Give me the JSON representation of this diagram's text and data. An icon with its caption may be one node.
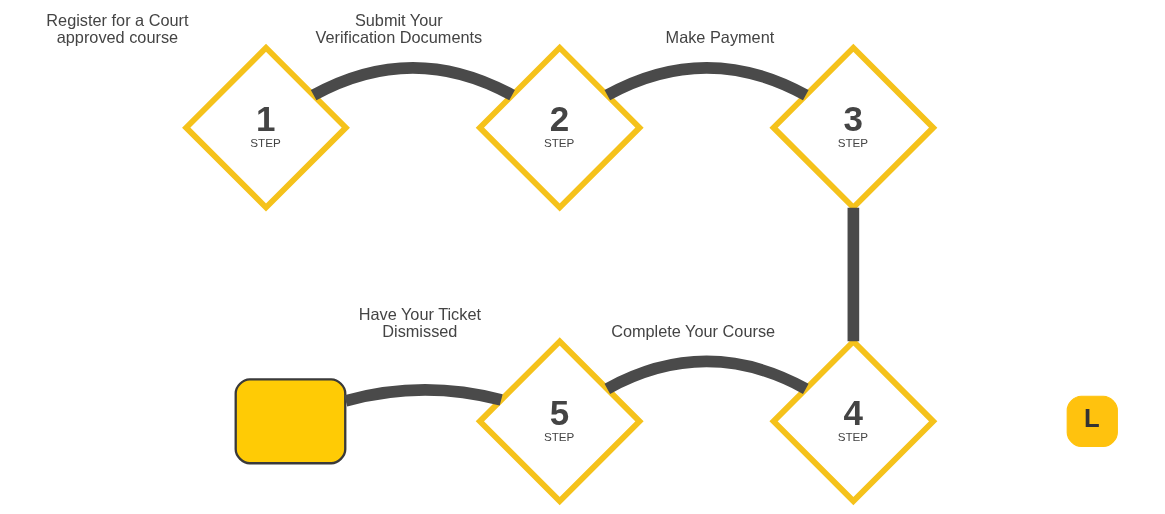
{
  "diagram": {
    "nodes": [
      {
        "text": [
          "1",
          "STEP"
        ],
        "beside": [
          "Register for a Court approved course"
        ]
      },
      {
        "text": [
          "2",
          "STEP"
        ],
        "beside": [
          "Submit Your Verification Documents"
        ]
      },
      {
        "text": [
          "3",
          "STEP"
        ],
        "beside": [
          "Make Payment"
        ]
      },
      {
        "text": [
          "L"
        ]
      },
      {
        "text": [],
        "shape": "box"
      },
      {
        "text": [
          "5",
          "STEP"
        ],
        "beside": [
          "Have Your Ticket Dismissed"
        ]
      },
      {
        "text": [
          "4",
          "STEP"
        ],
        "beside": [
          "Complete Your Course"
        ]
      }
    ],
    "edges": [
      {
        "from": 0,
        "to": 1,
        "arrow": "none"
      },
      {
        "from": 1,
        "to": 2,
        "arrow": "none"
      },
      {
        "from": 2,
        "to": 6,
        "arrow": "none"
      },
      {
        "from": 6,
        "to": 5,
        "arrow": "none"
      },
      {
        "from": 5,
        "to": 4,
        "arrow": "none"
      }
    ]
  }
}
